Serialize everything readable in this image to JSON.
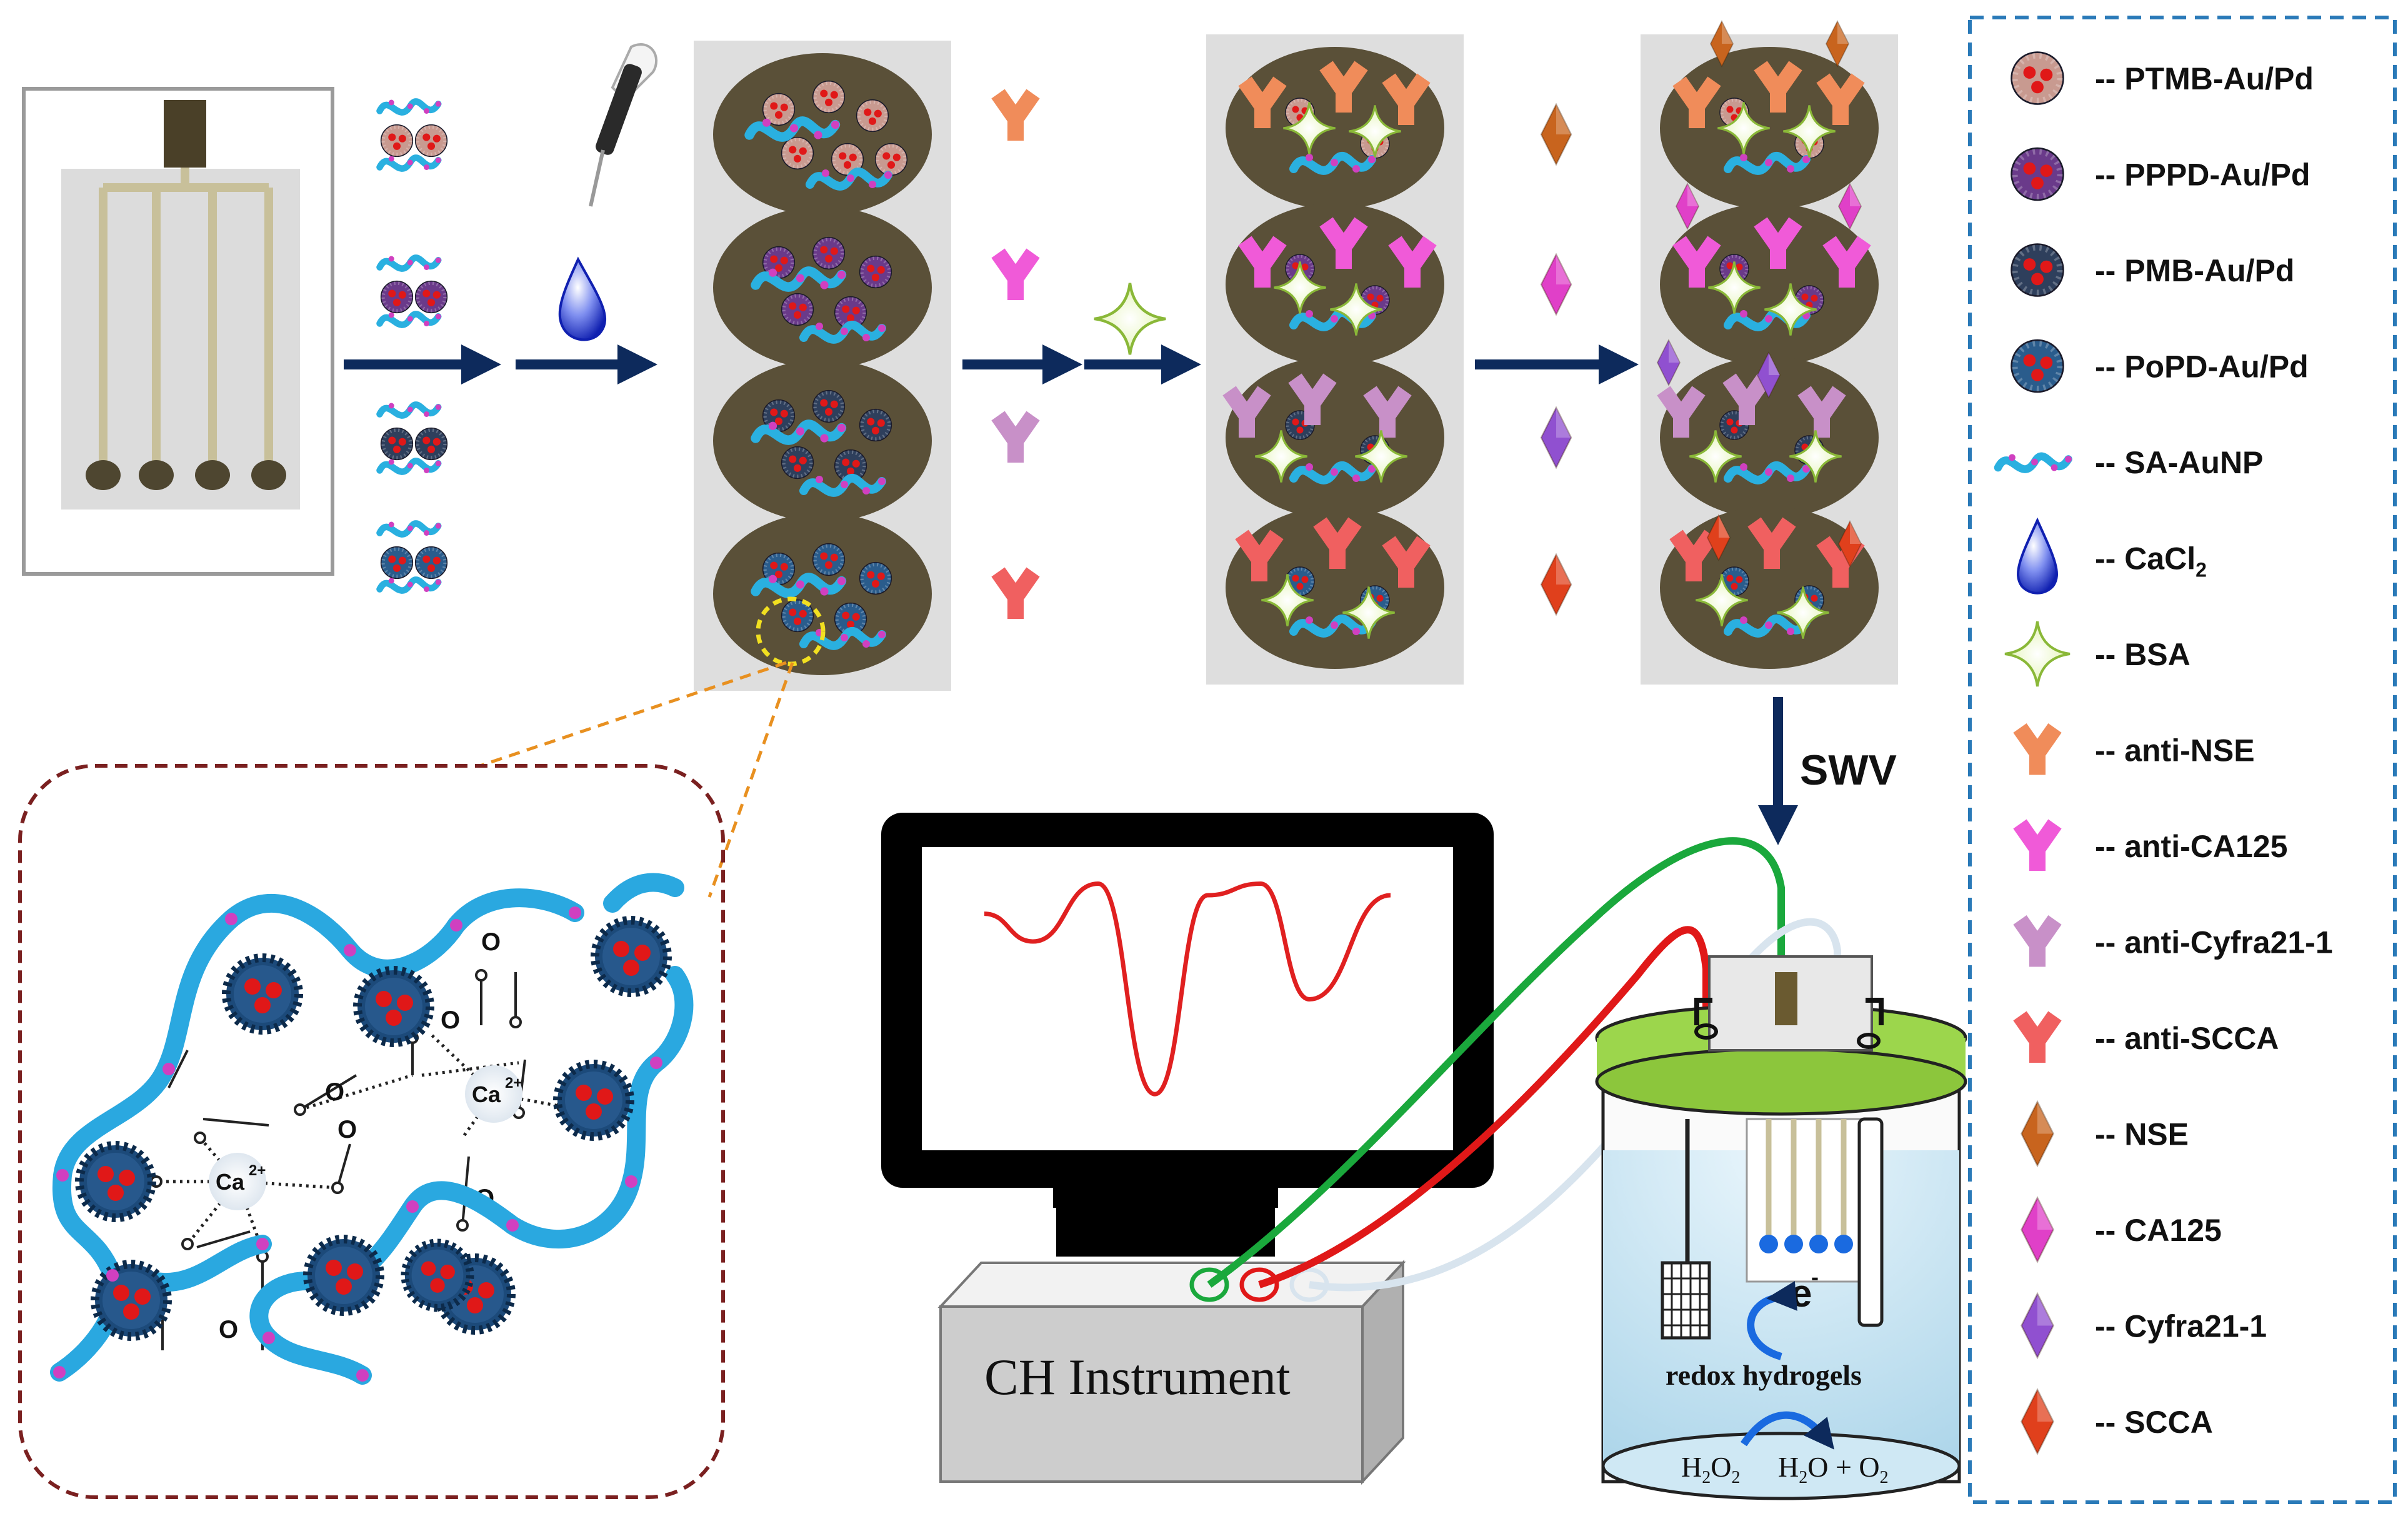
{
  "labels": {
    "swv": "SWV",
    "instrument": "CH Instrument",
    "redox_hydrogels": "redox hydrogels",
    "electron": "e",
    "electron_sup": "-",
    "ca_ion": "Ca",
    "ca_ion_sup": "2+",
    "reaction_left": "H",
    "reaction_left_sub": "2",
    "reaction_left_o": "O",
    "reaction_left_o_sub": "2",
    "reaction_right": "H",
    "reaction_right_sub": "2",
    "reaction_right_o": "O + O",
    "reaction_right_o_sub": "2",
    "carbonyl_o": "O"
  },
  "legend": {
    "items": [
      {
        "label": "-- PTMB-Au/Pd",
        "icon": "ptmb-au-pd-particle-icon",
        "color": "#c89a90"
      },
      {
        "label": "-- PPPD-Au/Pd",
        "icon": "pppd-au-pd-particle-icon",
        "color": "#6a3a8a"
      },
      {
        "label": "-- PMB-Au/Pd",
        "icon": "pmb-au-pd-particle-icon",
        "color": "#2e3f5c"
      },
      {
        "label": "-- PoPD-Au/Pd",
        "icon": "popd-au-pd-particle-icon",
        "color": "#2a5c8c"
      },
      {
        "label": "-- SA-AuNP",
        "icon": "sa-aunp-strand-icon",
        "color": "#2ab0e0"
      },
      {
        "label": "-- CaCl",
        "sub": "2",
        "icon": "cacl2-drop-icon",
        "color": "#3040d0"
      },
      {
        "label": "-- BSA",
        "icon": "bsa-star-icon",
        "color": "#e8f5c0"
      },
      {
        "label": "-- anti-NSE",
        "icon": "anti-nse-antibody-icon",
        "color": "#f08c5a"
      },
      {
        "label": "-- anti-CA125",
        "icon": "anti-ca125-antibody-icon",
        "color": "#f05ad8"
      },
      {
        "label": "-- anti-Cyfra21-1",
        "icon": "anti-cyfra21-1-antibody-icon",
        "color": "#c890c8"
      },
      {
        "label": "-- anti-SCCA",
        "icon": "anti-scca-antibody-icon",
        "color": "#f06060"
      },
      {
        "label": "-- NSE",
        "icon": "nse-diamond-icon",
        "color": "#c8641e"
      },
      {
        "label": "-- CA125",
        "icon": "ca125-diamond-icon",
        "color": "#e040c8"
      },
      {
        "label": "-- Cyfra21-1",
        "icon": "cyfra21-1-diamond-icon",
        "color": "#9050d0"
      },
      {
        "label": "-- SCCA",
        "icon": "scca-diamond-icon",
        "color": "#e0401c"
      }
    ]
  },
  "colors": {
    "arrow": "#0d2a5c",
    "plate": "#5a5038",
    "panel": "#dedede",
    "wire_green": "#1aa83c",
    "wire_red": "#e01818",
    "wire_white": "#d8e4ee",
    "lid": "#9cd64c",
    "solution": "#bfe0f0",
    "legend_border": "#2a7ab8",
    "zoom_border": "#7a2020",
    "swv_curve": "#e02020"
  },
  "plot": {
    "curve": [
      [
        0,
        0.18
      ],
      [
        0.12,
        0.3
      ],
      [
        0.28,
        0.05
      ],
      [
        0.42,
        0.96
      ],
      [
        0.55,
        0.1
      ],
      [
        0.68,
        0.05
      ],
      [
        0.8,
        0.55
      ],
      [
        1,
        0.1
      ]
    ]
  }
}
